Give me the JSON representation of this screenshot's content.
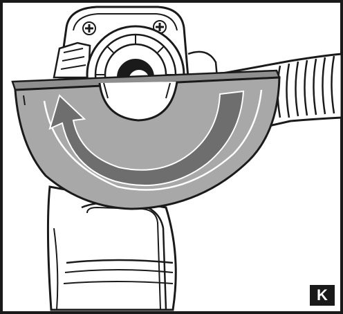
{
  "figure": {
    "label": "K",
    "colors": {
      "outline": "#1a1a1a",
      "tool_body": "#ffffff",
      "guard_fill": "#a8a8a8",
      "guard_rim": "#8f8f8f",
      "arrow_fill": "#6e6e6e"
    },
    "parts": [
      "angle-grinder-body",
      "side-handle",
      "wheel-guard",
      "spindle",
      "rotation-arrow"
    ]
  }
}
